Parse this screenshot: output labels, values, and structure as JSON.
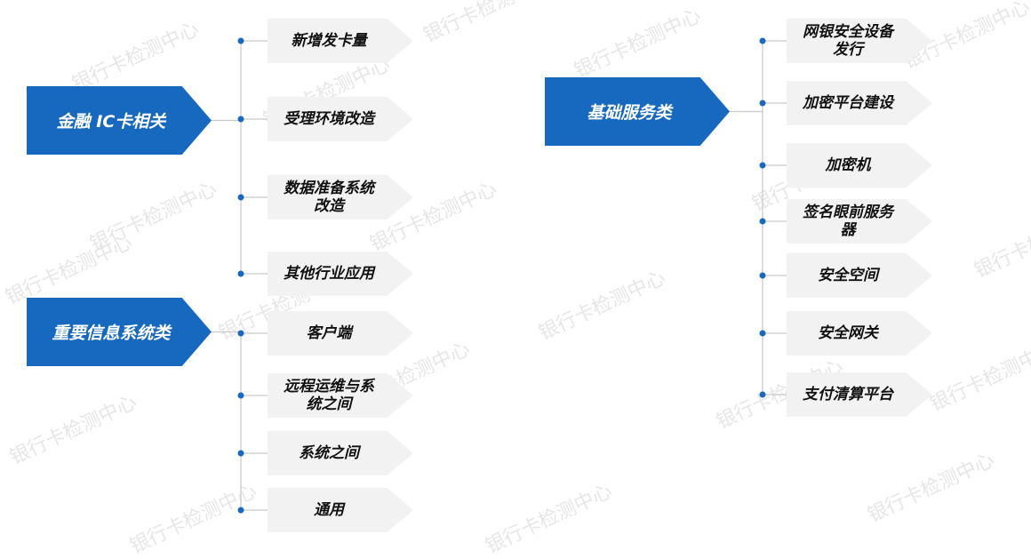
{
  "watermark_text": "银行卡检测中心",
  "colors": {
    "category_bg": "#1769c0",
    "item_bg": "#f2f2f2",
    "connector": "#c9c9c9",
    "dot": "#1769c0",
    "watermark": "#e6e6e6"
  },
  "groups": [
    {
      "label": "金融 IC卡相关",
      "items": [
        "新增发卡量",
        "受理环境改造",
        "数据准备系统\n改造",
        "其他行业应用"
      ]
    },
    {
      "label": "重要信息系统类",
      "items": [
        "客户端",
        "远程运维与系\n统之间",
        "系统之间",
        "通用"
      ]
    },
    {
      "label": "基础服务类",
      "items": [
        "网银安全设备\n发行",
        "加密平台建设",
        "加密机",
        "签名眼前服务\n器",
        "安全空间",
        "安全网关",
        "支付清算平台"
      ]
    }
  ]
}
